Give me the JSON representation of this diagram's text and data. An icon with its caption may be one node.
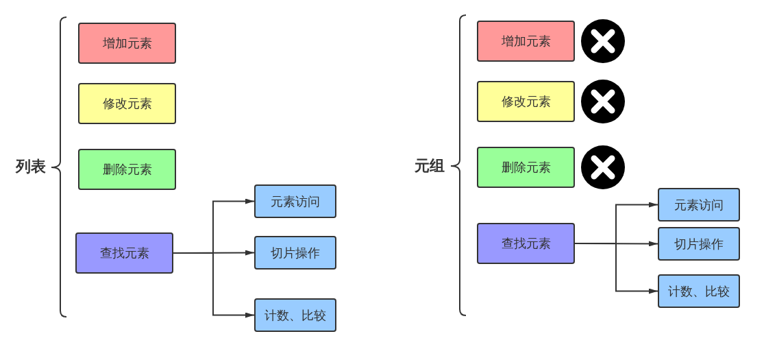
{
  "diagram": {
    "nodes": [
      {
        "text": [
          "增加元素"
        ]
      },
      {
        "text": [
          "修改元素"
        ]
      },
      {
        "text": [
          "删除元素"
        ]
      },
      {
        "text": [
          "查找元素"
        ]
      },
      {
        "text": [
          "元素访问"
        ]
      },
      {
        "text": [
          "切片操作"
        ]
      },
      {
        "text": [
          "计数、比较"
        ]
      },
      {
        "text": [
          "增加元素"
        ]
      },
      {
        "text": [
          "修改元素"
        ]
      },
      {
        "text": [
          "删除元素"
        ]
      },
      {
        "text": [
          "查找元素"
        ]
      },
      {
        "text": [
          "元素访问"
        ]
      },
      {
        "text": [
          "切片操作"
        ]
      },
      {
        "text": [
          "计数、比较"
        ]
      }
    ],
    "edges": [
      {
        "from": 3,
        "to": 4,
        "arrow": "to"
      },
      {
        "from": 3,
        "to": 5,
        "arrow": "to"
      },
      {
        "from": 3,
        "to": 6,
        "arrow": "to"
      },
      {
        "from": 10,
        "to": 11,
        "arrow": "to"
      },
      {
        "from": 10,
        "to": 12,
        "arrow": "to"
      },
      {
        "from": 10,
        "to": 13,
        "arrow": "to"
      }
    ],
    "labels": [
      "列表",
      "元组"
    ]
  }
}
